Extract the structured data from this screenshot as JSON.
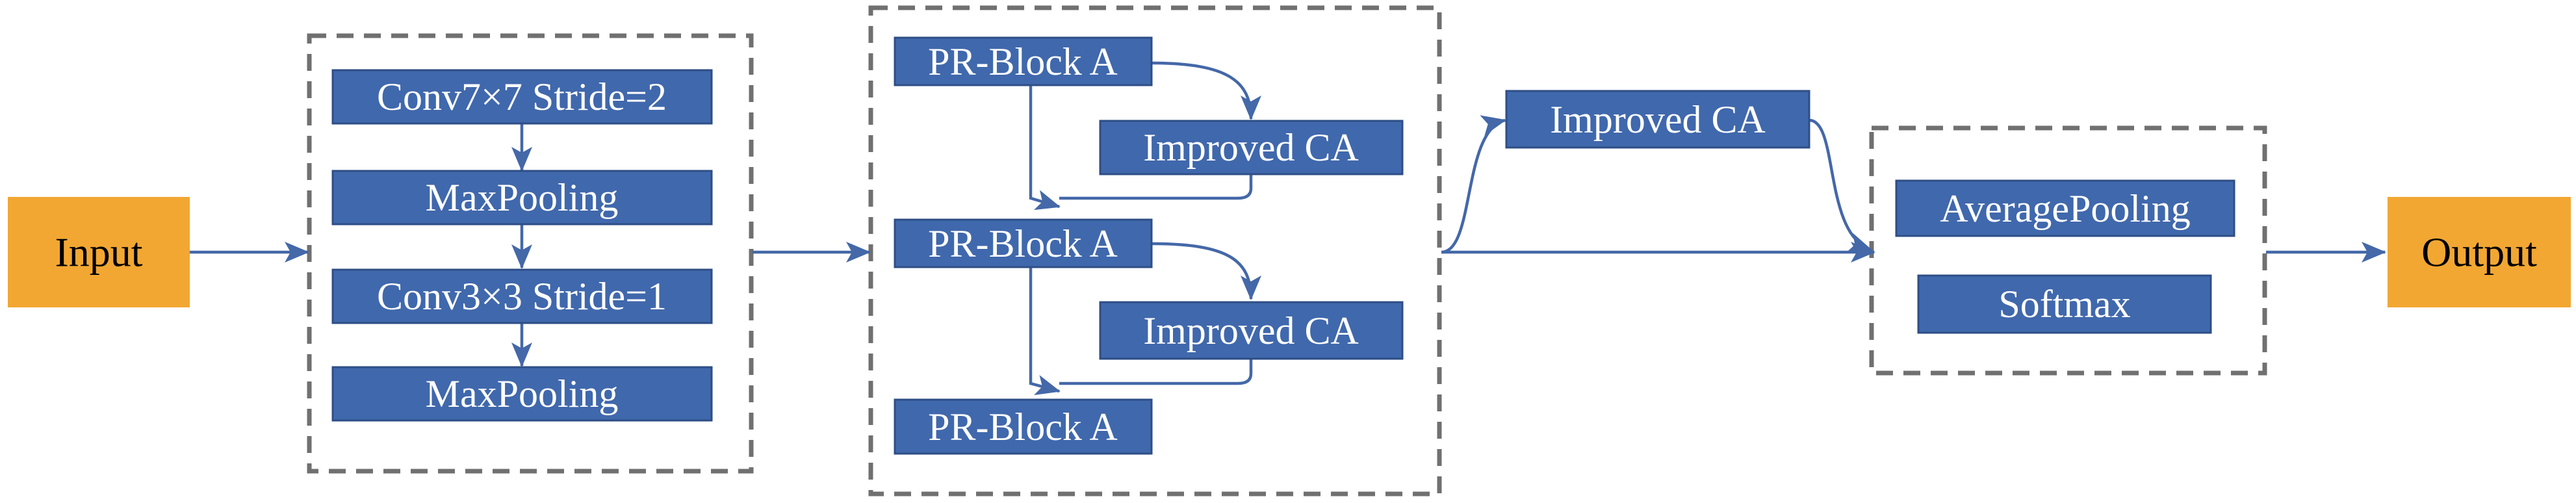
{
  "diagram": {
    "colors": {
      "block_fill": "#4068AC",
      "block_stroke": "#2E4E86",
      "io_fill": "#F2A732",
      "arrow": "#4468A8",
      "dashed_border": "#707070"
    },
    "input_label": "Input",
    "output_label": "Output",
    "stem": {
      "conv7": "Conv7×7 Stride=2",
      "pool1": "MaxPooling",
      "conv3": "Conv3×3 Stride=1",
      "pool2": "MaxPooling"
    },
    "pr_group": {
      "block1": "PR-Block A",
      "ca1": "Improved CA",
      "block2": "PR-Block A",
      "ca2": "Improved CA",
      "block3": "PR-Block A"
    },
    "middle_ca": "Improved CA",
    "head": {
      "avgpool": "AveragePooling",
      "softmax": "Softmax"
    }
  }
}
